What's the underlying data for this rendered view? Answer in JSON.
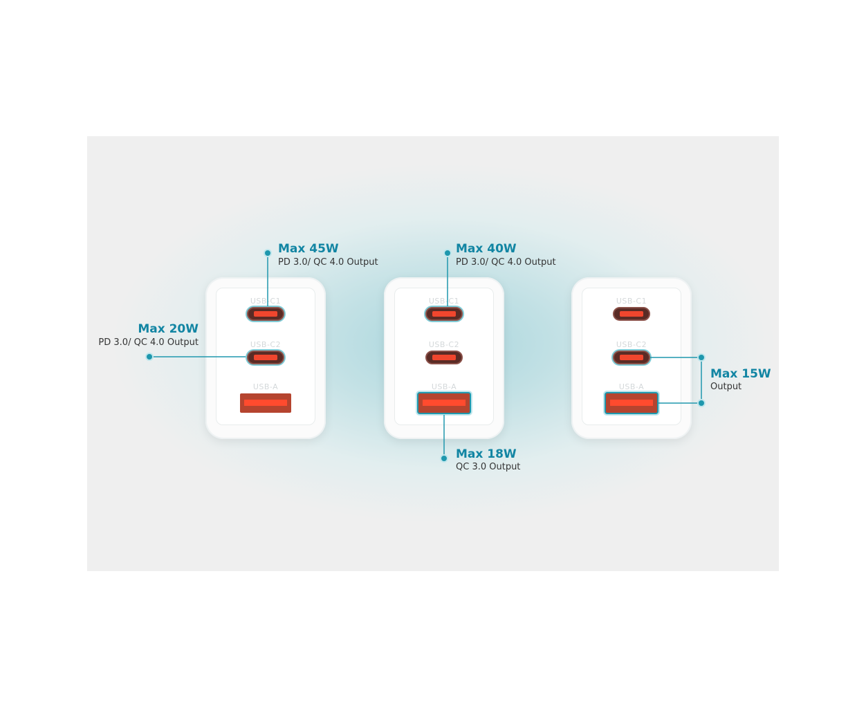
{
  "port_labels": {
    "c1": "USB-C1",
    "c2": "USB-C2",
    "a": "USB-A"
  },
  "callouts": {
    "left_c1": {
      "title": "Max 45W",
      "sub": "PD 3.0/ QC 4.0 Output"
    },
    "left_c2": {
      "title": "Max 20W",
      "sub": "PD 3.0/ QC 4.0 Output"
    },
    "mid_c1": {
      "title": "Max 40W",
      "sub": "PD 3.0/ QC 4.0 Output"
    },
    "mid_a": {
      "title": "Max 18W",
      "sub": "QC 3.0 Output"
    },
    "right_c2a": {
      "title": "Max 15W",
      "sub": "Output"
    }
  },
  "colors": {
    "accent": "#1285a3",
    "line": "#1e97ad",
    "port": "#f0462e"
  }
}
